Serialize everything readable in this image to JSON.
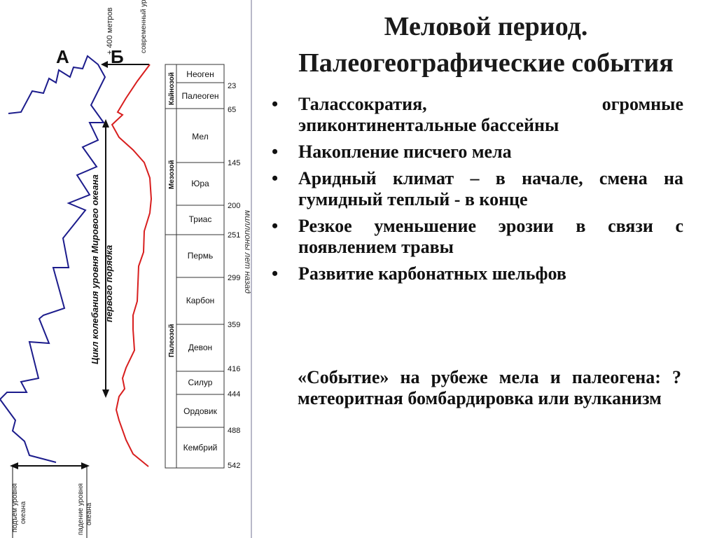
{
  "title": {
    "line1": "Меловой период.",
    "line2": "Палеогеографические события"
  },
  "bullets": [
    {
      "text": "Талассократия, огромные эпиконтинентальные бассейны"
    },
    {
      "text": "Накопление писчего мела"
    },
    {
      "text": "Аридный климат – в начале, смена на гумидный теплый - в конце"
    },
    {
      "text": "Резкое уменьшение эрозии в связи с появлением травы"
    },
    {
      "text": "Развитие карбонатных шельфов"
    }
  ],
  "bullet_glyph": "•",
  "event_note": "«Событие» на рубеже мела и палеогена: ? метеоритная бомбардировка или вулканизм",
  "figure": {
    "label_a": "А",
    "label_b": "Б",
    "plus_400": "+ 400 метров",
    "modern_level": "современный уровень океана",
    "cycle_label_1": "Цикл колебания уровня Мирового океана",
    "cycle_label_2": "первого порядка",
    "rise_label_1": "подъем уровня",
    "rise_label_2": "океана",
    "fall_label_1": "падение уровня",
    "fall_label_2": "океана",
    "years_label": "миллионы лет назад",
    "eras": [
      "Кайнозой",
      "Мезозой",
      "Палеозой"
    ],
    "periods": [
      "Неоген",
      "Палеоген",
      "Мел",
      "Юра",
      "Триас",
      "Пермь",
      "Карбон",
      "Девон",
      "Силур",
      "Ордовик",
      "Кембрий"
    ],
    "ages": [
      "23",
      "65",
      "145",
      "200",
      "251",
      "299",
      "359",
      "416",
      "444",
      "488",
      "542"
    ],
    "colors": {
      "curve_a": "#1c1c8c",
      "curve_b": "#d81e1e",
      "divider": "#b8b8c8"
    }
  }
}
